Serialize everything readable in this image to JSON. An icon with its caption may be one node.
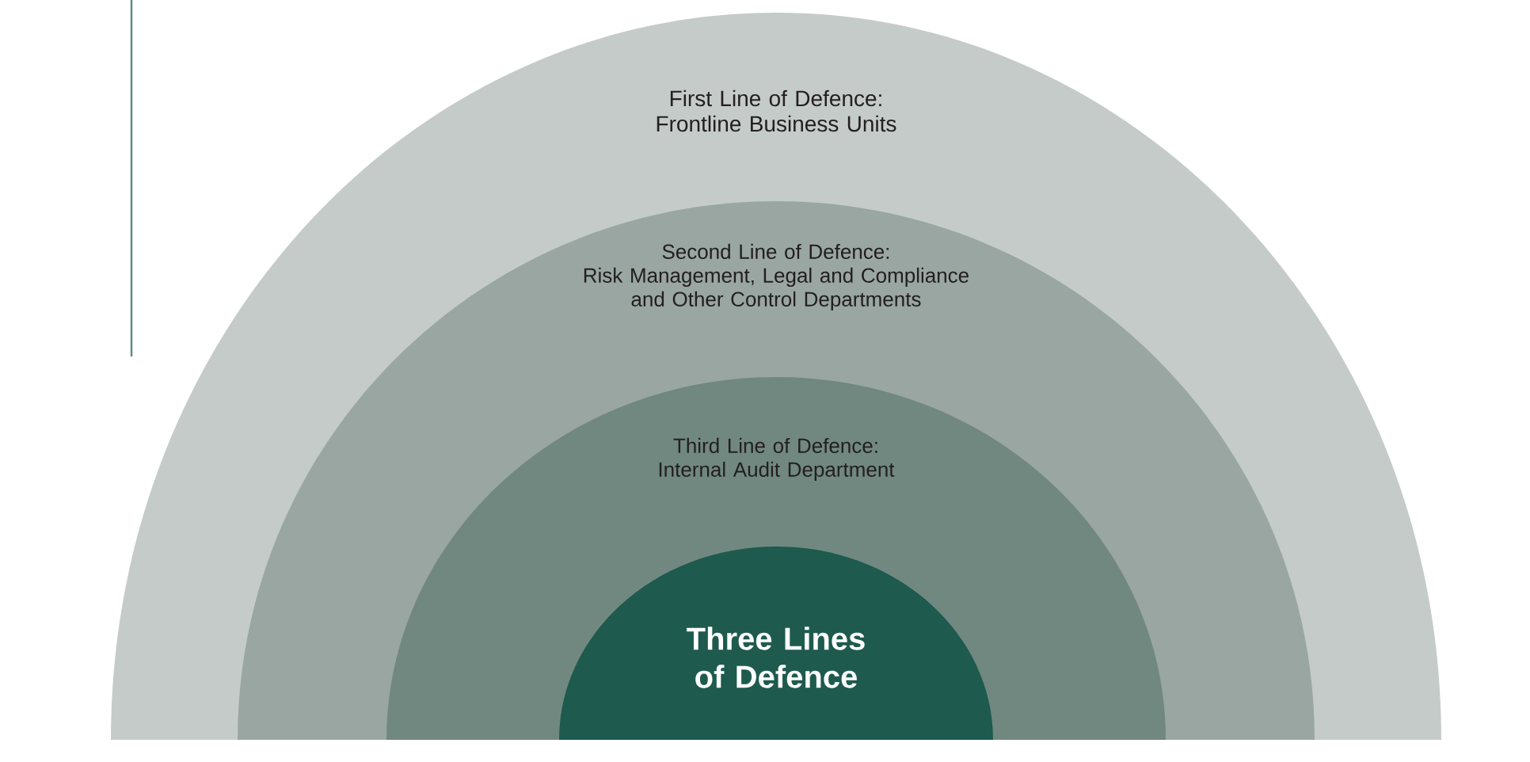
{
  "diagram": {
    "nodes": [
      {
        "text": [
          "First Line of Defence:",
          "Frontline Business Units"
        ]
      },
      {
        "text": [
          "Second Line of Defence:",
          "Risk Management, Legal and Compliance and Other Control Departments"
        ],
        "in": 0
      },
      {
        "text": [
          "Third Line of Defence:",
          "Internal Audit Department"
        ],
        "in": 1
      },
      {
        "text": [
          "Three Lines of Defence"
        ],
        "in": 2
      }
    ]
  }
}
